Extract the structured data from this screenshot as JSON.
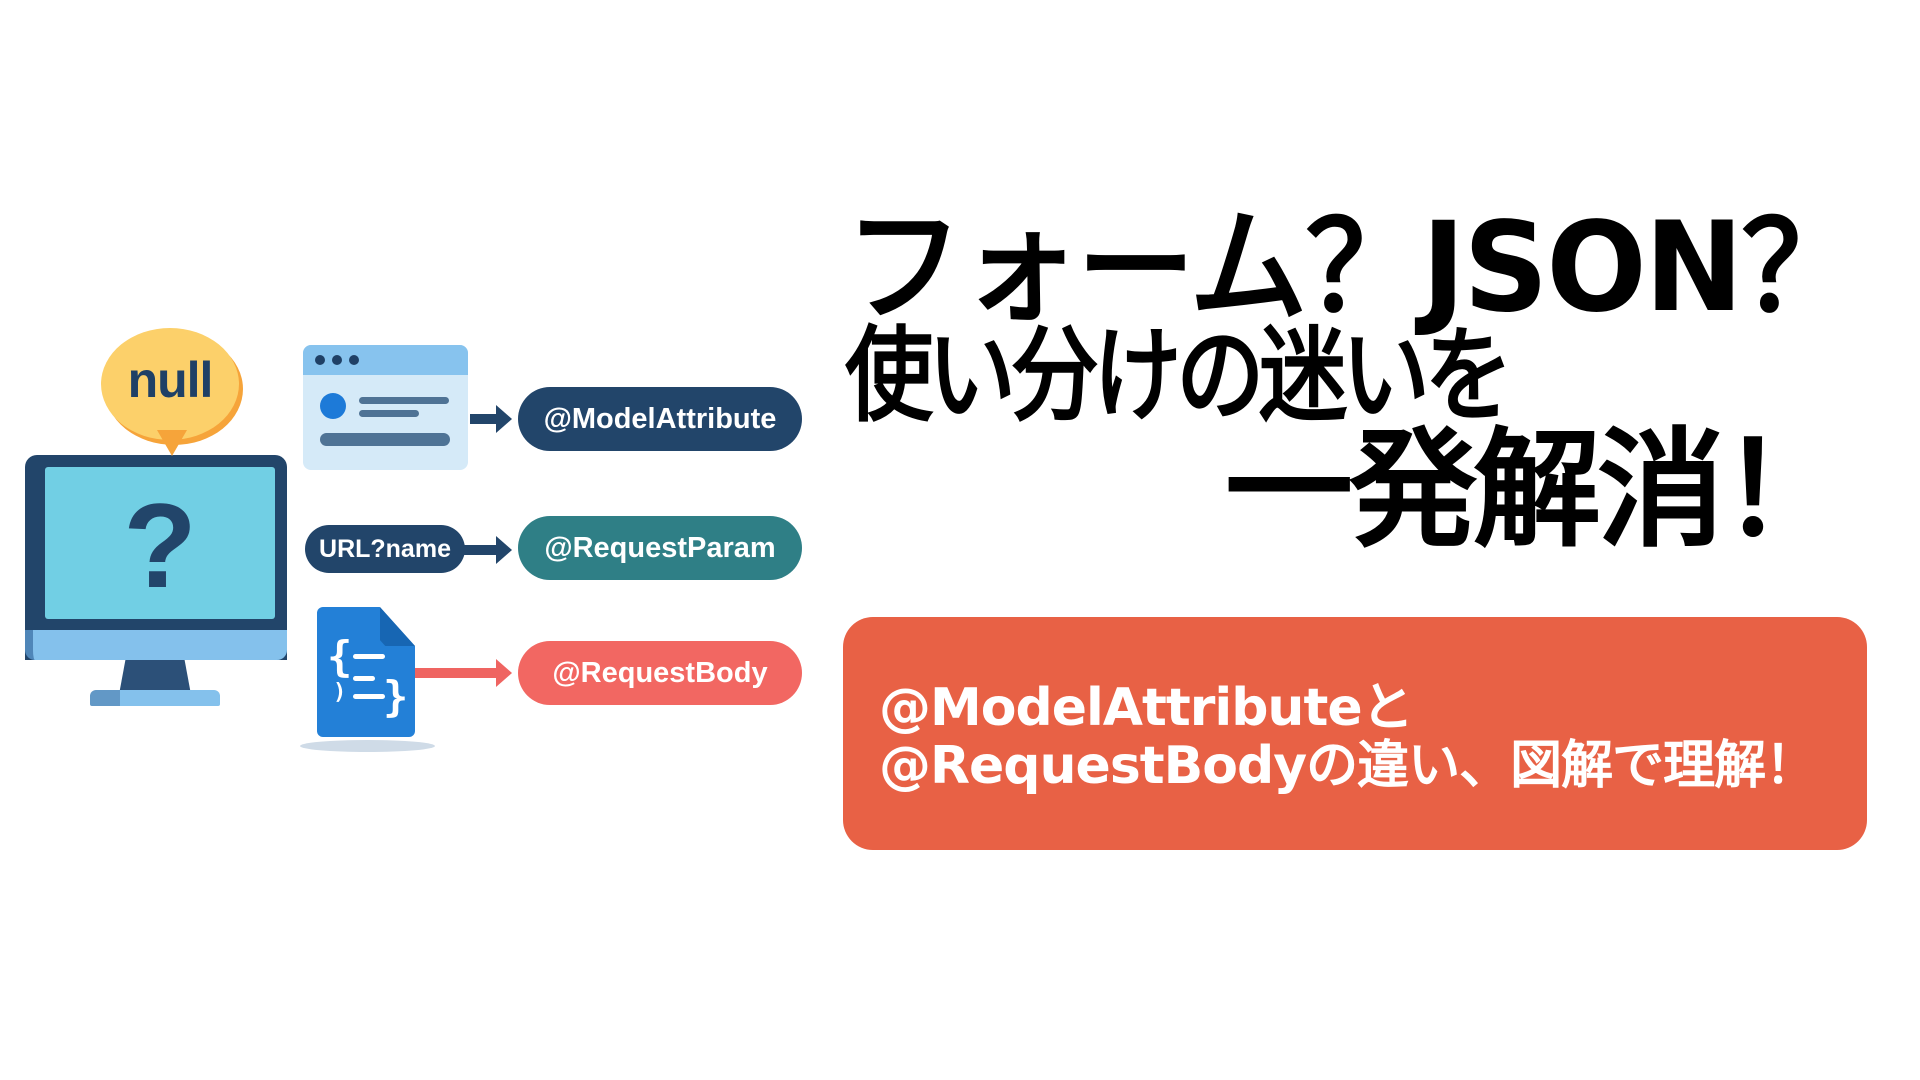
{
  "illustration": {
    "bubble_text": "null",
    "screen_symbol": "?",
    "rows": [
      {
        "source_icon": "browser-form-icon",
        "target_label": "@ModelAttribute",
        "target_color": "#22456a"
      },
      {
        "source_label": "URL?name",
        "target_label": "@RequestParam",
        "target_color": "#2f7f86"
      },
      {
        "source_icon": "json-document-icon",
        "target_label": "@RequestBody",
        "target_color": "#f26762"
      }
    ],
    "json_glyphs": {
      "brace_open": "{",
      "brace_close": "}",
      "paren": ")"
    }
  },
  "headline": {
    "line1": "フォーム？JSON？",
    "line2": "使い分けの迷いを",
    "line3": "一発解消！"
  },
  "subtitle": {
    "line1": "@ModelAttributeと",
    "line2": "@RequestBodyの違い、図解で理解！",
    "background_color": "#e86145"
  },
  "colors": {
    "navy": "#22456a",
    "teal": "#2f7f86",
    "coral": "#f26762",
    "bubble_yellow": "#fcd06a",
    "screen_cyan": "#71cfe4",
    "doc_blue": "#2380d7"
  }
}
